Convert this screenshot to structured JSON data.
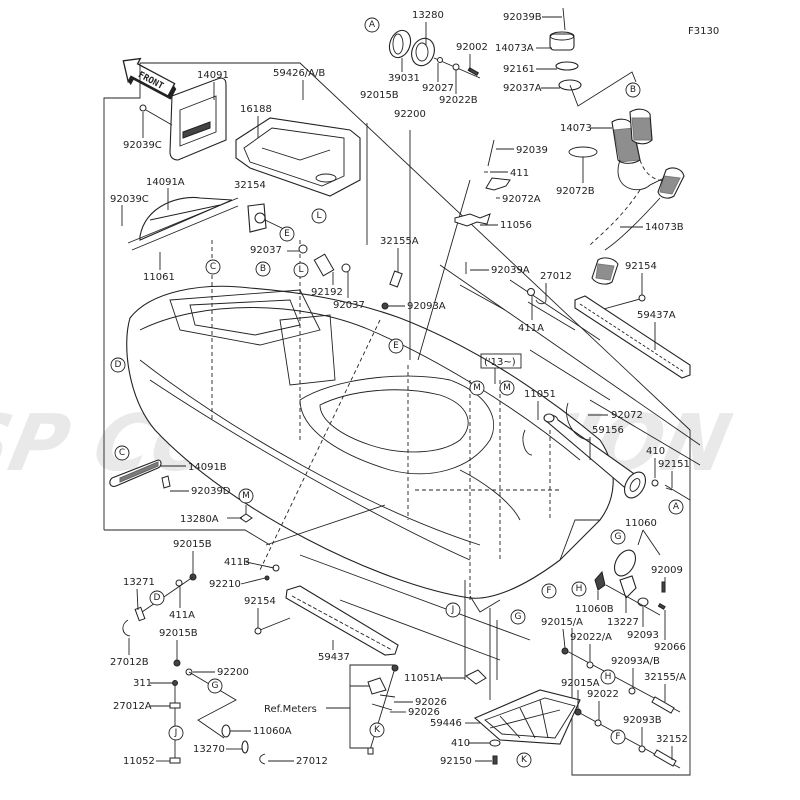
{
  "diagram": {
    "figure_code": "F3130",
    "front_arrow_label": "FRONT",
    "watermark": "JSP CORPORATION",
    "year_note": "('13~)",
    "ref_note": "Ref.Meters",
    "labels": [
      {
        "id": "p14091",
        "text": "14091"
      },
      {
        "id": "p59426",
        "text": "59426/A/B"
      },
      {
        "id": "p92039C_a",
        "text": "92039C"
      },
      {
        "id": "p16188",
        "text": "16188"
      },
      {
        "id": "p13280",
        "text": "13280"
      },
      {
        "id": "p39031",
        "text": "39031"
      },
      {
        "id": "p92002",
        "text": "92002"
      },
      {
        "id": "p92027",
        "text": "92027"
      },
      {
        "id": "p92022B",
        "text": "92022B"
      },
      {
        "id": "p92015B_a",
        "text": "92015B"
      },
      {
        "id": "p92200_a",
        "text": "92200"
      },
      {
        "id": "p92039B",
        "text": "92039B"
      },
      {
        "id": "p14073A",
        "text": "14073A"
      },
      {
        "id": "p92161",
        "text": "92161"
      },
      {
        "id": "p92037A",
        "text": "92037A"
      },
      {
        "id": "p14073",
        "text": "14073"
      },
      {
        "id": "p92072B",
        "text": "92072B"
      },
      {
        "id": "p14073B",
        "text": "14073B"
      },
      {
        "id": "p14091A",
        "text": "14091A"
      },
      {
        "id": "p92039C_b",
        "text": "92039C"
      },
      {
        "id": "p11061",
        "text": "11061"
      },
      {
        "id": "p32154",
        "text": "32154"
      },
      {
        "id": "p92037_a",
        "text": "92037"
      },
      {
        "id": "p92192",
        "text": "92192"
      },
      {
        "id": "p92037_b",
        "text": "92037"
      },
      {
        "id": "p92039",
        "text": "92039"
      },
      {
        "id": "p411",
        "text": "411"
      },
      {
        "id": "p92072A",
        "text": "92072A"
      },
      {
        "id": "p11056",
        "text": "11056"
      },
      {
        "id": "p32155A",
        "text": "32155A"
      },
      {
        "id": "p92039A",
        "text": "92039A"
      },
      {
        "id": "p27012_a",
        "text": "27012"
      },
      {
        "id": "p92093A",
        "text": "92093A"
      },
      {
        "id": "p411A_a",
        "text": "411A"
      },
      {
        "id": "p92154_a",
        "text": "92154"
      },
      {
        "id": "p59437A",
        "text": "59437A"
      },
      {
        "id": "p11051",
        "text": "11051"
      },
      {
        "id": "p92072",
        "text": "92072"
      },
      {
        "id": "p59156",
        "text": "59156"
      },
      {
        "id": "p410_a",
        "text": "410"
      },
      {
        "id": "p92151",
        "text": "92151"
      },
      {
        "id": "p14091B",
        "text": "14091B"
      },
      {
        "id": "p92039D",
        "text": "92039D"
      },
      {
        "id": "p13280A",
        "text": "13280A"
      },
      {
        "id": "p11060",
        "text": "11060"
      },
      {
        "id": "p92009",
        "text": "92009"
      },
      {
        "id": "p11060B",
        "text": "11060B"
      },
      {
        "id": "p13227",
        "text": "13227"
      },
      {
        "id": "p92093",
        "text": "92093"
      },
      {
        "id": "p92066",
        "text": "92066"
      },
      {
        "id": "p92015A_a",
        "text": "92015/A"
      },
      {
        "id": "p92022A",
        "text": "92022/A"
      },
      {
        "id": "p92093AB",
        "text": "92093A/B"
      },
      {
        "id": "p32155_A",
        "text": "32155/A"
      },
      {
        "id": "p92015A_b",
        "text": "92015A"
      },
      {
        "id": "p92022",
        "text": "92022"
      },
      {
        "id": "p92093B",
        "text": "92093B"
      },
      {
        "id": "p32152",
        "text": "32152"
      },
      {
        "id": "p92015B_b",
        "text": "92015B"
      },
      {
        "id": "p411B",
        "text": "411B"
      },
      {
        "id": "p92210",
        "text": "92210"
      },
      {
        "id": "p13271",
        "text": "13271"
      },
      {
        "id": "p411A_b",
        "text": "411A"
      },
      {
        "id": "p92154_b",
        "text": "92154"
      },
      {
        "id": "p27012B",
        "text": "27012B"
      },
      {
        "id": "p92015B_c",
        "text": "92015B"
      },
      {
        "id": "p92200_b",
        "text": "92200"
      },
      {
        "id": "p59437",
        "text": "59437"
      },
      {
        "id": "p311",
        "text": "311"
      },
      {
        "id": "p27012A",
        "text": "27012A"
      },
      {
        "id": "p11060A",
        "text": "11060A"
      },
      {
        "id": "p13270",
        "text": "13270"
      },
      {
        "id": "p27012_b",
        "text": "27012"
      },
      {
        "id": "p11052",
        "text": "11052"
      },
      {
        "id": "p11051A",
        "text": "11051A"
      },
      {
        "id": "p92026_a",
        "text": "92026"
      },
      {
        "id": "p92026_b",
        "text": "92026"
      },
      {
        "id": "p59446",
        "text": "59446"
      },
      {
        "id": "p410_b",
        "text": "410"
      },
      {
        "id": "p92150",
        "text": "92150"
      }
    ],
    "callouts": [
      "A",
      "B",
      "C",
      "D",
      "E",
      "F",
      "G",
      "H",
      "J",
      "K",
      "L",
      "M"
    ]
  }
}
